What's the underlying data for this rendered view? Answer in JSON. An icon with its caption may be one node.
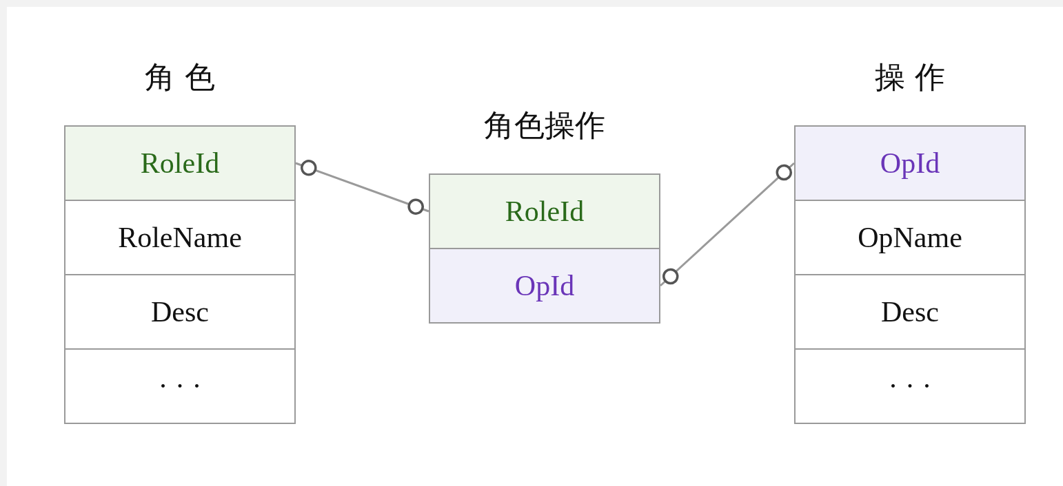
{
  "diagram": {
    "nodes": [
      {
        "text": [
          "角 色"
        ]
      },
      {
        "text": [
          "RoleId"
        ],
        "in": 0
      },
      {
        "text": [
          "RoleName"
        ],
        "in": 0
      },
      {
        "text": [
          "Desc"
        ],
        "in": 0
      },
      {
        "text": [
          "· · ·"
        ],
        "in": 0
      },
      {
        "text": [
          "角色操作"
        ]
      },
      {
        "text": [
          "RoleId"
        ],
        "in": 5
      },
      {
        "text": [
          "OpId"
        ],
        "in": 5
      },
      {
        "text": [
          "操 作"
        ]
      },
      {
        "text": [
          "OpId"
        ],
        "in": 8
      },
      {
        "text": [
          "OpName"
        ],
        "in": 8
      },
      {
        "text": [
          "Desc"
        ],
        "in": 8
      },
      {
        "text": [
          "· · ·"
        ],
        "in": 8
      }
    ],
    "edges": [
      {
        "from": 1,
        "to": 6,
        "arrow": "other"
      },
      {
        "from": 7,
        "to": 9,
        "arrow": "other"
      }
    ]
  }
}
